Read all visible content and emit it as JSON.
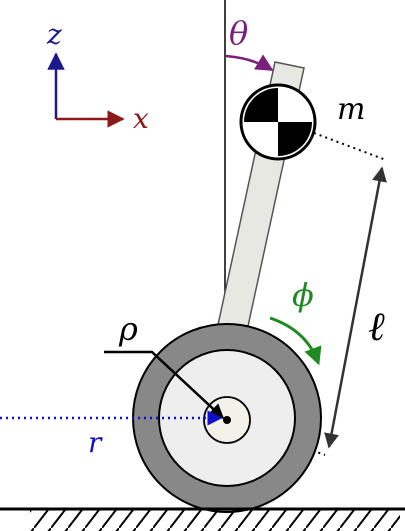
{
  "axes": {
    "z_label": "z",
    "x_label": "x",
    "z_color": "#1a1a8c",
    "x_color": "#8b1a1a"
  },
  "symbols": {
    "theta": "θ",
    "phi": "ϕ",
    "mass": "m",
    "length": "ℓ",
    "rho": "ρ",
    "r": "r"
  },
  "colors": {
    "theta": "#7a1f7a",
    "phi": "#1f8a1f",
    "r": "#1010cc",
    "tire": "#888888",
    "rim": "#eeeeee",
    "hub": "#f2f2e8",
    "body": "#e8e8e2",
    "ground_hatch": "#000000"
  },
  "icons": {
    "center_of_mass": "center-of-mass-icon",
    "hatch": "ground-hatch-icon"
  }
}
